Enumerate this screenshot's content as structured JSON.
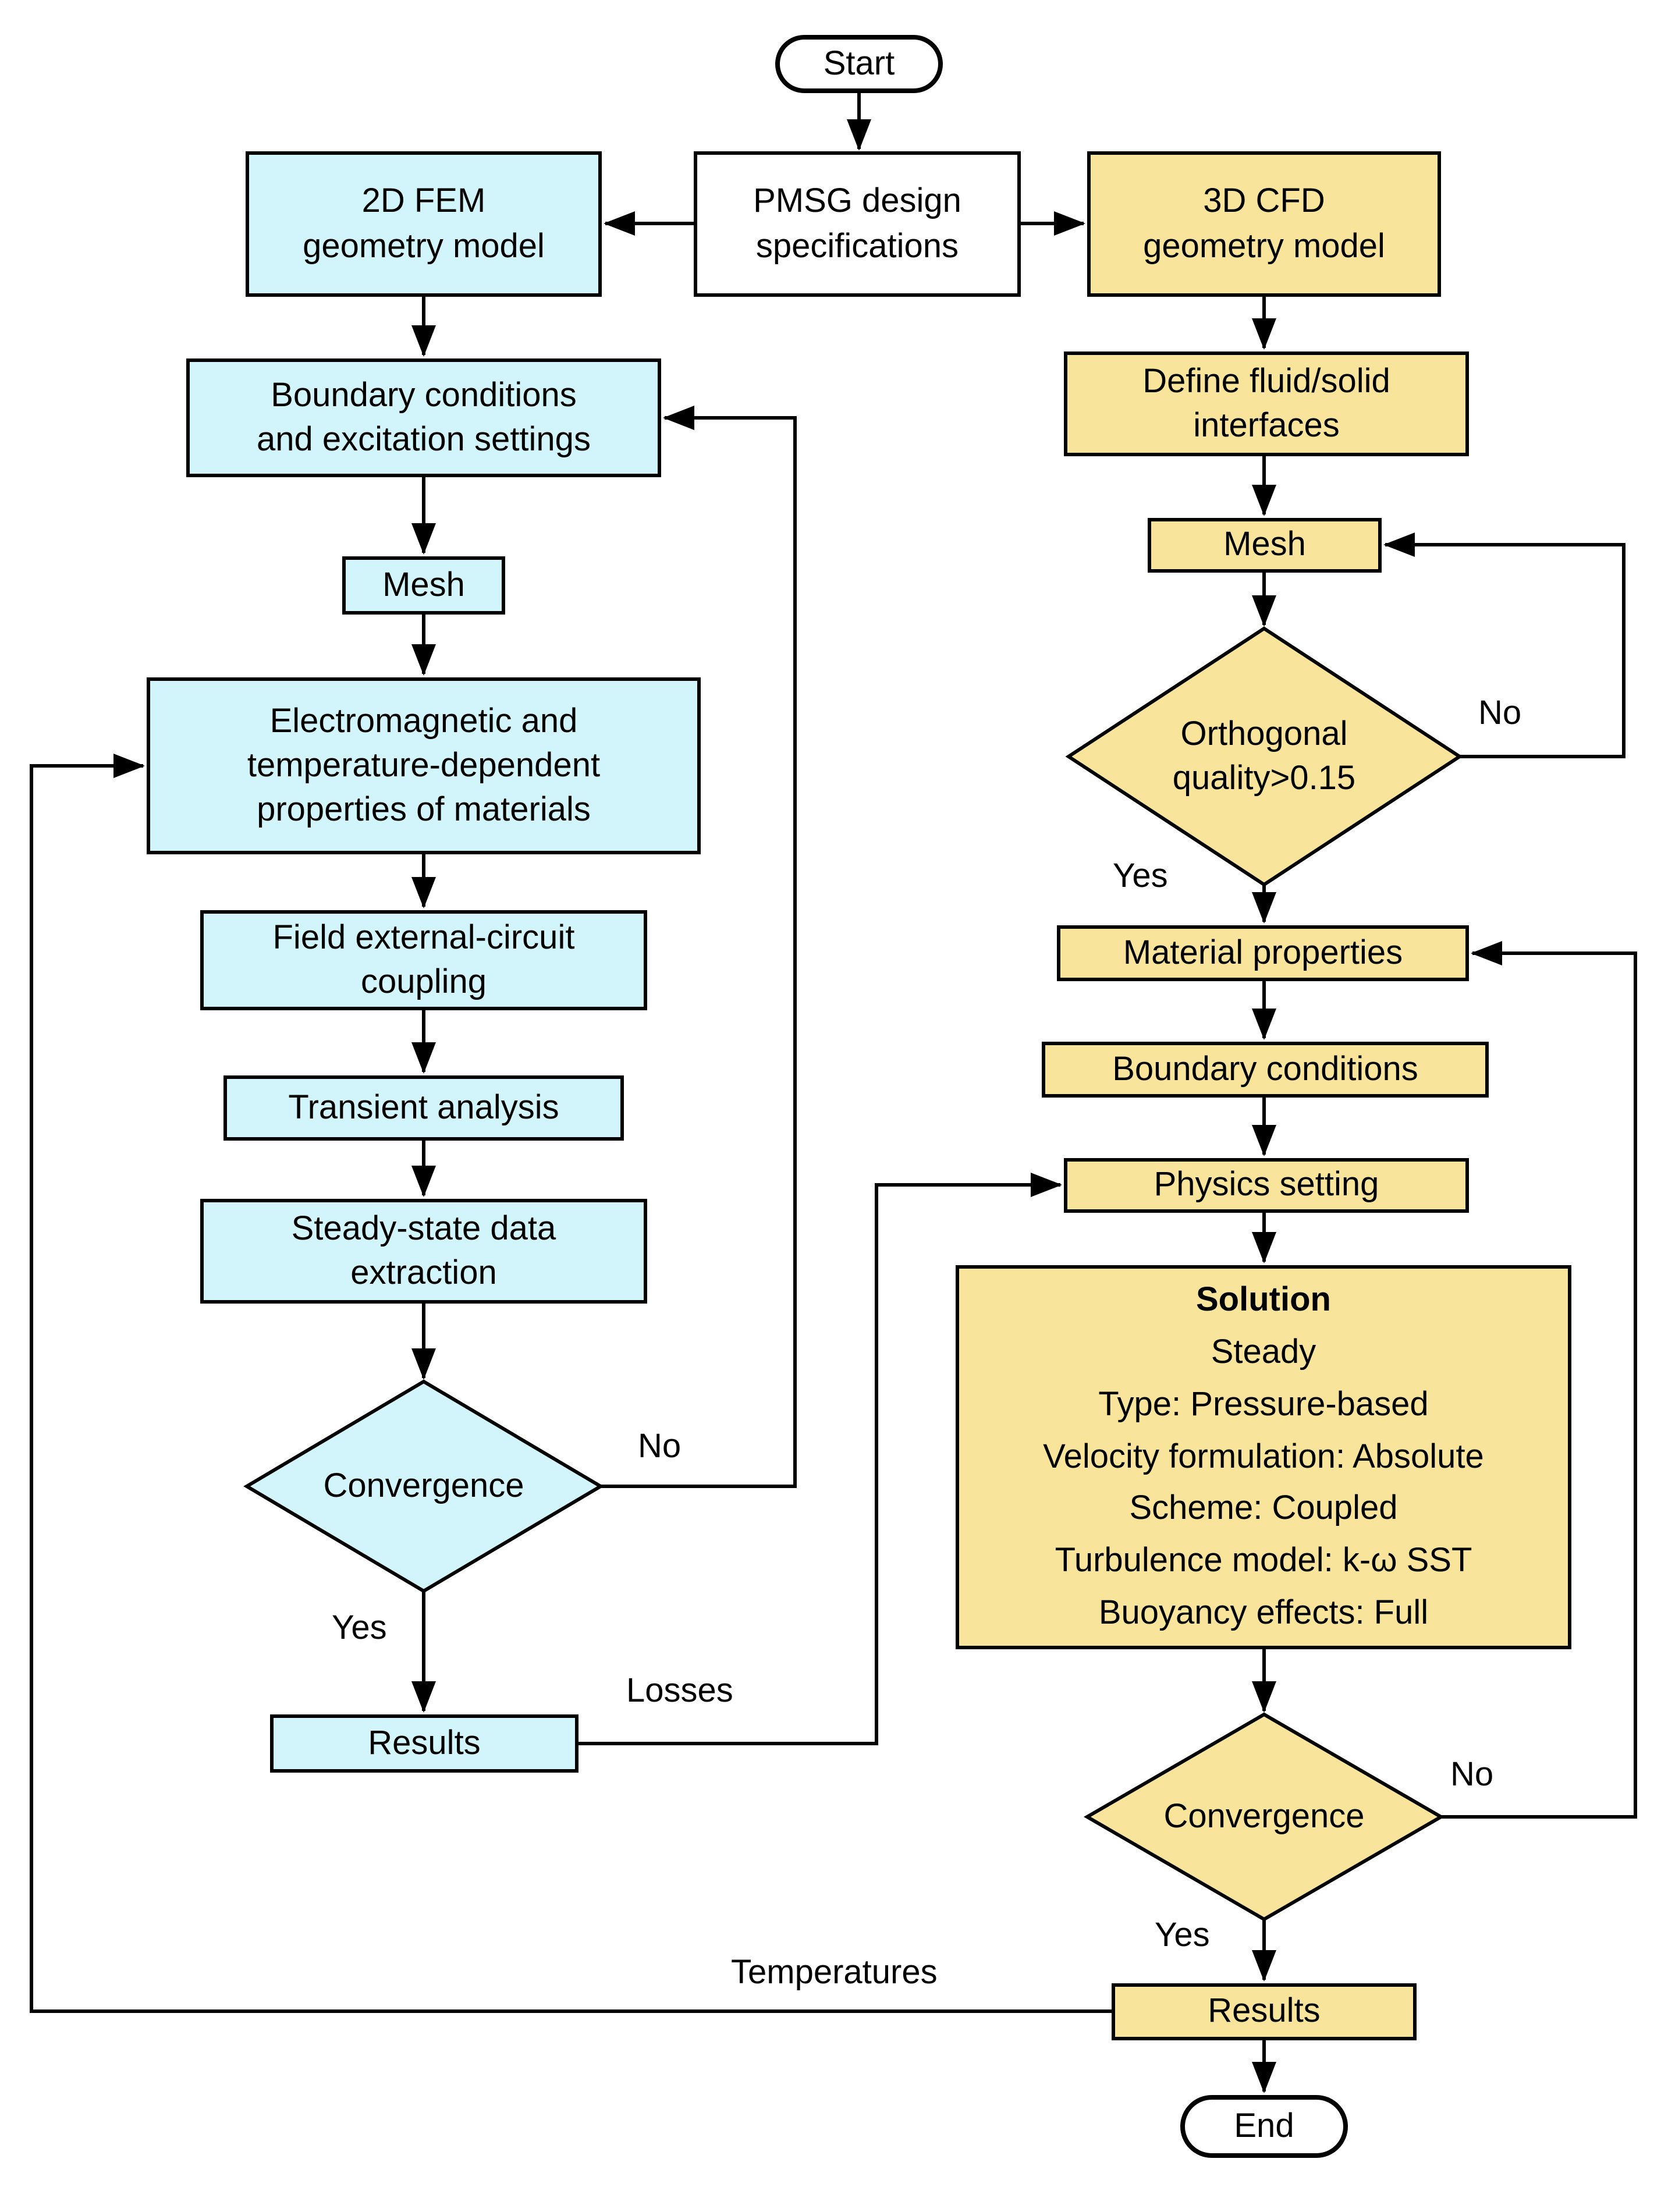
{
  "colors": {
    "fem_fill": "#d2f5fb",
    "cfd_fill": "#f9e49b",
    "plain_fill": "#ffffff",
    "line": "#000000"
  },
  "terminals": {
    "start": "Start",
    "end": "End"
  },
  "root": {
    "label": "PMSG design\nspecifications"
  },
  "fem_branch": {
    "geometry": "2D FEM\ngeometry model",
    "boundary": "Boundary conditions\nand excitation settings",
    "mesh": "Mesh",
    "materials": "Electromagnetic and\ntemperature-dependent\nproperties of materials",
    "coupling": "Field external-circuit\ncoupling",
    "transient": "Transient analysis",
    "steady": "Steady-state data\nextraction",
    "convergence": "Convergence",
    "results": "Results"
  },
  "cfd_branch": {
    "geometry": "3D CFD\ngeometry model",
    "interfaces": "Define fluid/solid\ninterfaces",
    "mesh": "Mesh",
    "ortho": "Orthogonal\nquality>0.15",
    "material": "Material properties",
    "boundary": "Boundary conditions",
    "physics": "Physics setting",
    "solution": {
      "title": "Solution",
      "lines": [
        "Steady",
        "Type: Pressure-based",
        "Velocity formulation: Absolute",
        "Scheme: Coupled",
        "Turbulence model: k-ω SST",
        "Buoyancy effects: Full"
      ]
    },
    "convergence": "Convergence",
    "results": "Results"
  },
  "edge_labels": {
    "fem_no": "No",
    "fem_yes": "Yes",
    "losses": "Losses",
    "ortho_no": "No",
    "ortho_yes": "Yes",
    "cfd_no": "No",
    "cfd_yes": "Yes",
    "temperatures": "Temperatures"
  }
}
